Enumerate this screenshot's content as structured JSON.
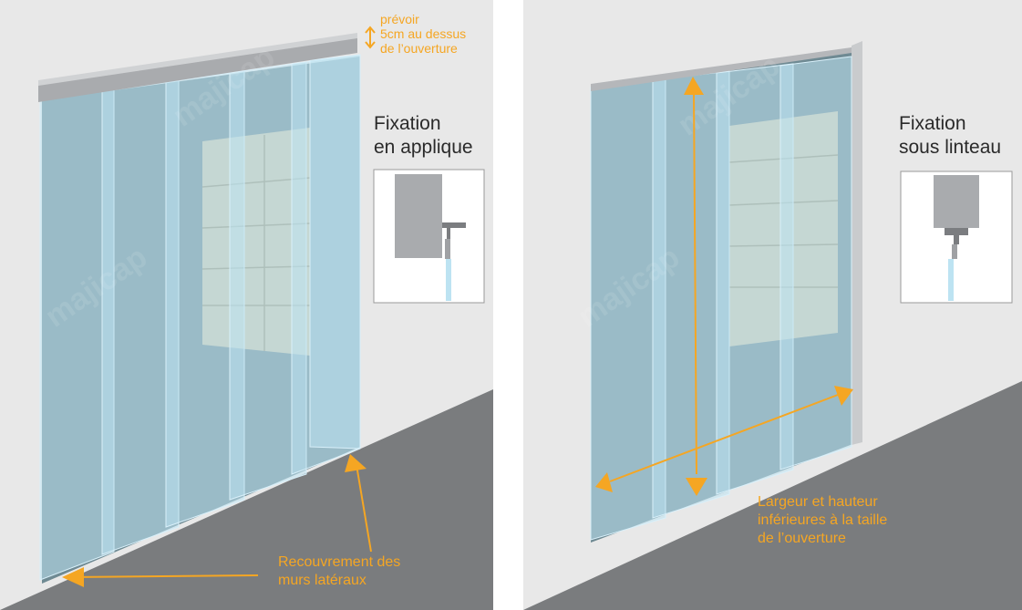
{
  "left": {
    "title": [
      "Fixation",
      "en applique"
    ],
    "note_top": [
      "prévoir",
      "5cm au dessus",
      "de l’ouverture"
    ],
    "note_bottom": [
      "Recouvrement des",
      "murs latéraux"
    ]
  },
  "right": {
    "title": [
      "Fixation",
      "sous linteau"
    ],
    "note": [
      "Largeur et hauteur",
      "inférieures à la taille",
      "de l’ouverture"
    ]
  },
  "watermark": "majicap",
  "colors": {
    "wall": "#e8e8e8",
    "floor": "#7a7c7e",
    "accent": "#f5a623",
    "strip": "#bde3f2",
    "rail": "#a9abae",
    "box": "#cfc7ad"
  }
}
